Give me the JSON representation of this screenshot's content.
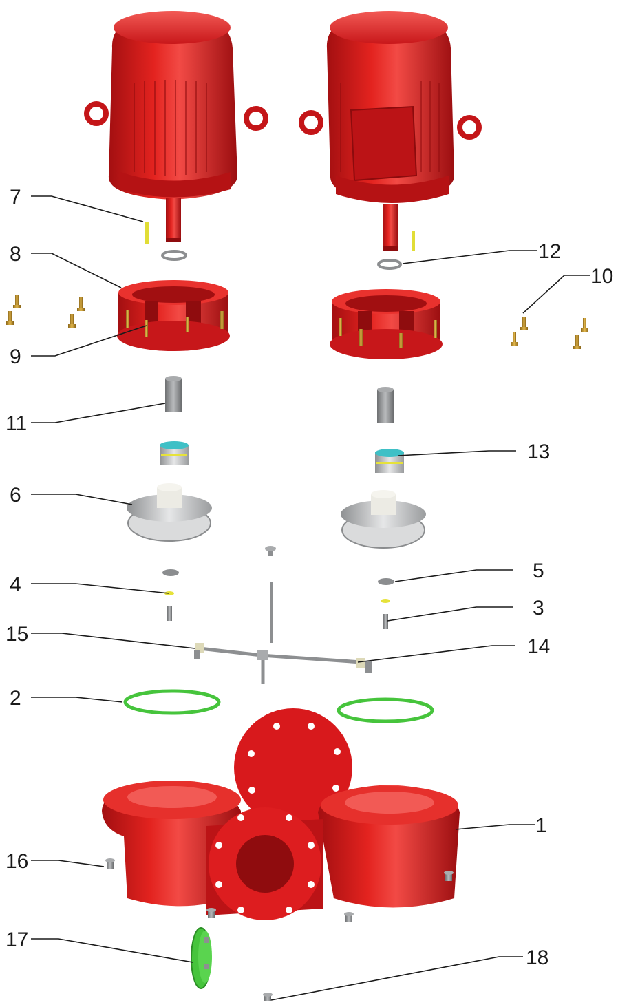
{
  "diagram": {
    "callouts": [
      {
        "id": "c1",
        "label": "1"
      },
      {
        "id": "c2",
        "label": "2"
      },
      {
        "id": "c3",
        "label": "3"
      },
      {
        "id": "c4",
        "label": "4"
      },
      {
        "id": "c5",
        "label": "5"
      },
      {
        "id": "c6",
        "label": "6"
      },
      {
        "id": "c7",
        "label": "7"
      },
      {
        "id": "c8",
        "label": "8"
      },
      {
        "id": "c9",
        "label": "9"
      },
      {
        "id": "c10",
        "label": "10"
      },
      {
        "id": "c11",
        "label": "11"
      },
      {
        "id": "c12",
        "label": "12"
      },
      {
        "id": "c13",
        "label": "13"
      },
      {
        "id": "c14",
        "label": "14"
      },
      {
        "id": "c15",
        "label": "15"
      },
      {
        "id": "c16",
        "label": "16"
      },
      {
        "id": "c17",
        "label": "17"
      },
      {
        "id": "c18",
        "label": "18"
      }
    ],
    "colors": {
      "casting_red": "#d8191c",
      "casting_dark": "#9e0f10",
      "casting_light": "#f04a48",
      "bolt_brass": "#c7982e",
      "steel_grey": "#8d8f91",
      "oring_green": "#46c43c",
      "seal_teal": "#3fc0c6",
      "impeller_silver": "#c9cacb",
      "key_yellow": "#e6e23a"
    }
  }
}
